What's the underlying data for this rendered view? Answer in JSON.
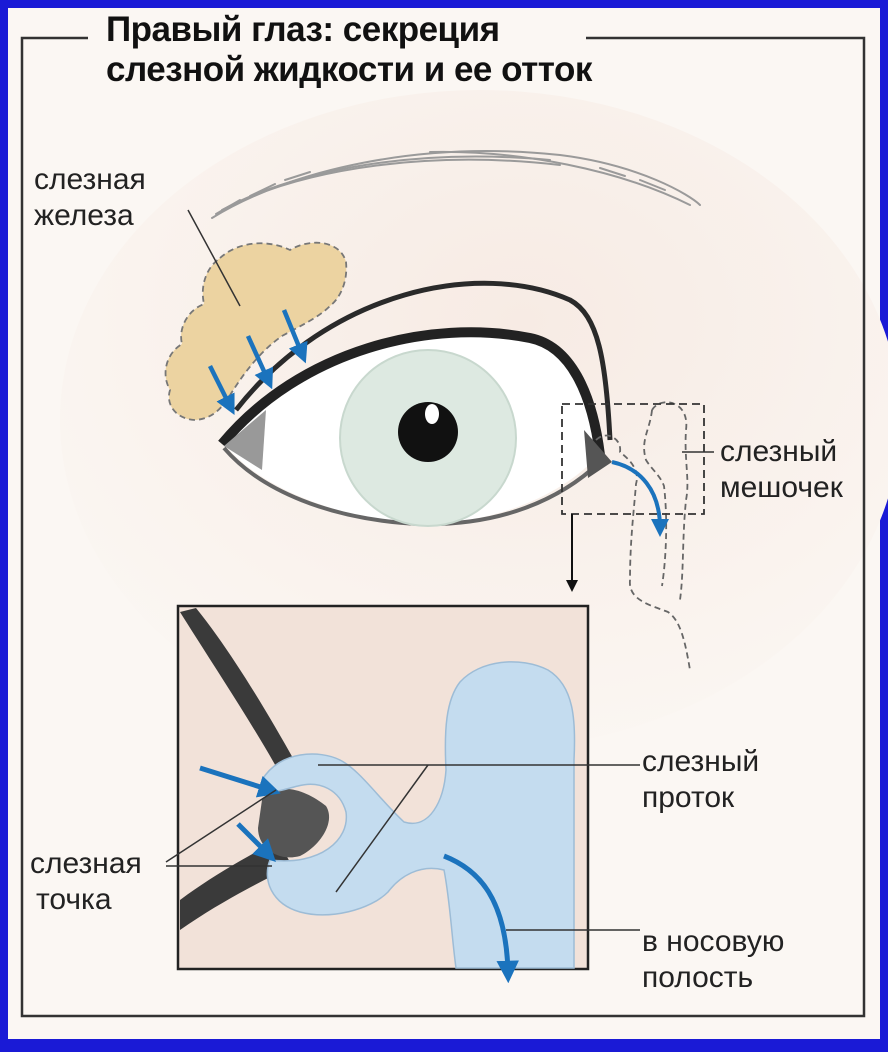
{
  "title": {
    "line1": "Правый глаз: секреция",
    "line2": "слезной жидкости и ее отток"
  },
  "labels": {
    "gland_line1": "слезная",
    "gland_line2": "железа",
    "sac_line1": "слезный",
    "sac_line2": "мешочек",
    "duct_line1": "слезный",
    "duct_line2": "проток",
    "punctum_line1": "слезная",
    "punctum_line2": "точка",
    "nasal_line1": "в носовую",
    "nasal_line2": "полость"
  },
  "colors": {
    "frame": "#1a1ad6",
    "paper": "#fbf7f3",
    "skin": "#f2e2d9",
    "gland": "#ecd3a1",
    "iris": "#dde9e1",
    "duct": "#c4dcef",
    "arrow": "#1b73bd",
    "outline": "#2a2a2a"
  }
}
